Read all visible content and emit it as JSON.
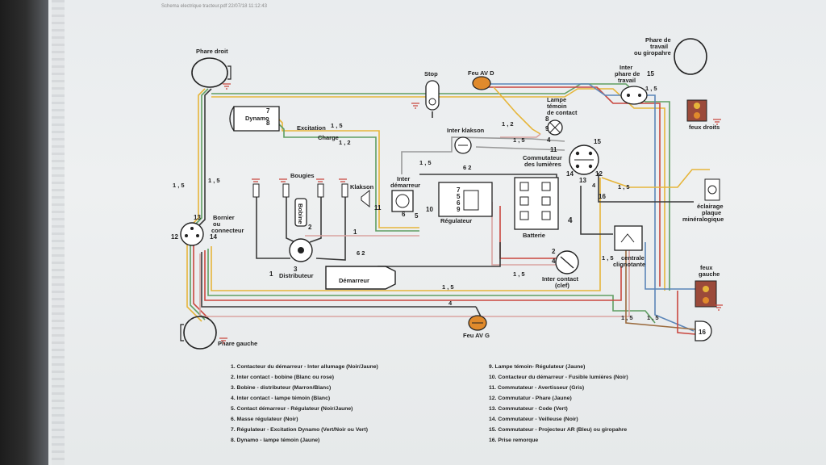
{
  "header": {
    "stamp": "Schema electrique tracteur.pdf   22/07/18   11:12:43"
  },
  "components": {
    "phare_droit": "Phare droit",
    "dynamo": "Dynamo",
    "dynamo_7": "7",
    "dynamo_8": "8",
    "excitation": "Excitation",
    "charge": "Charge",
    "stop": "Stop",
    "feu_av_d": "Feu AV D",
    "lampe_temoin": [
      "Lampe",
      "témoin",
      "de contact"
    ],
    "inter_phare": [
      "Inter",
      "phare de",
      "travail"
    ],
    "phare_travail": [
      "Phare de",
      "travail",
      "ou giropahre"
    ],
    "feux_droits": "feux droits",
    "bougies": "Bougies",
    "bobine": "Bobine",
    "klakson": "Klakson",
    "inter_klakson": "Inter klakson",
    "inter_demarreur": [
      "Inter",
      "démarreur"
    ],
    "regulateur": "Régulateur",
    "regulateur_pins": [
      "7",
      "5",
      "6",
      "9"
    ],
    "batterie": "Batterie",
    "commutateur": [
      "Commutateur",
      "des lumières"
    ],
    "eclairage": [
      "éclairage",
      "plaque",
      "minéralogique"
    ],
    "bornier": [
      "Bornier",
      "ou",
      "connecteur"
    ],
    "distributeur": "Distributeur",
    "demarreur": "Démarreur",
    "inter_contact": [
      "Inter contact",
      "(clef)"
    ],
    "centrale": [
      "centrale",
      "clignotante"
    ],
    "feux_gauche": [
      "feux",
      "gauche"
    ],
    "feu_av_g": "Feu AV G",
    "phare_gauche": "Phare gauche"
  },
  "wire_labels": {
    "w15a": "1 , 5",
    "w12a": "1 , 2",
    "w12b": "1 , 2",
    "w15b": "1 , 5",
    "w62a": "6 2",
    "w15c": "1 , 5",
    "w15d": "1 , 5",
    "w15e": "1 , 5",
    "w15f": "1 , 5",
    "w62b": "6 2",
    "w15g": "1 , 5",
    "w15h": "1 , 5",
    "w15i": "1 , 5",
    "w15j": "1 , 5",
    "w15k": "1 , 5",
    "w15l": "1 , 5",
    "w4a": "4",
    "w4b": "4",
    "w4c": "4"
  },
  "terminal_numbers": {
    "t1": "1",
    "t2": "2",
    "t3": "3",
    "t4": "4",
    "t5": "5",
    "t6": "6",
    "t7": "7",
    "t8": "8",
    "t9": "9",
    "t10": "10",
    "t11": "11",
    "t12": "12",
    "t13": "13",
    "t14": "14",
    "t15": "15",
    "t16": "16"
  },
  "legend_left": [
    "1. Contacteur du démarreur - Inter allumage (Noir/Jaune)",
    "2. Inter contact - bobine (Blanc ou rose)",
    "3. Bobine - distributeur (Marron/Blanc)",
    "4. Inter contact - lampe témoin (Blanc)",
    "5. Contact démarreur - Régulateur (Noir/Jaune)",
    "6. Masse régulateur (Noir)",
    "7. Régulateur - Excitation Dynamo  (Vert/Noir ou Vert)",
    "8. Dynamo - lampe témoin (Jaune)"
  ],
  "legend_right": [
    "9. Lampe témoin- Régulateur (Jaune)",
    "10. Contacteur du démarreur - Fusible lumières (Noir)",
    "11. Commutateur - Avertisseur (Gris)",
    "12. Commutatur - Phare (Jaune)",
    "13. Commutateur - Code (Vert)",
    "14. Commutateur - Veilleuse (Noir)",
    "15. Commutateur - Projecteur AR (Bleu) ou giropahre",
    "16.  Prise remorque"
  ],
  "colors": {
    "yellow": "#e6b53a",
    "green": "#5f9e62",
    "red": "#c9473f",
    "blue": "#5b86b8",
    "black": "#3a3a3a",
    "grey": "#9a9a9a",
    "pink": "#d9a3a0",
    "brown": "#9b6b3f",
    "orange": "#e08a2c"
  }
}
